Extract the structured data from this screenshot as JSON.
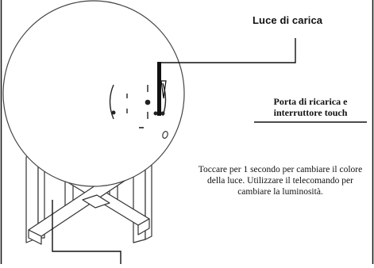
{
  "labels": {
    "charge_light": "Luce di carica",
    "port_line1": "Porta di ricarica e",
    "port_line2": "interruttore touch",
    "instructions": "Toccare per 1 secondo per cambiare il colore della luce. Utilizzare il telecomando per cambiare la luminosità."
  },
  "colors": {
    "line": "#111111",
    "sphere_outline": "#444444",
    "stand_outline": "#333333"
  }
}
